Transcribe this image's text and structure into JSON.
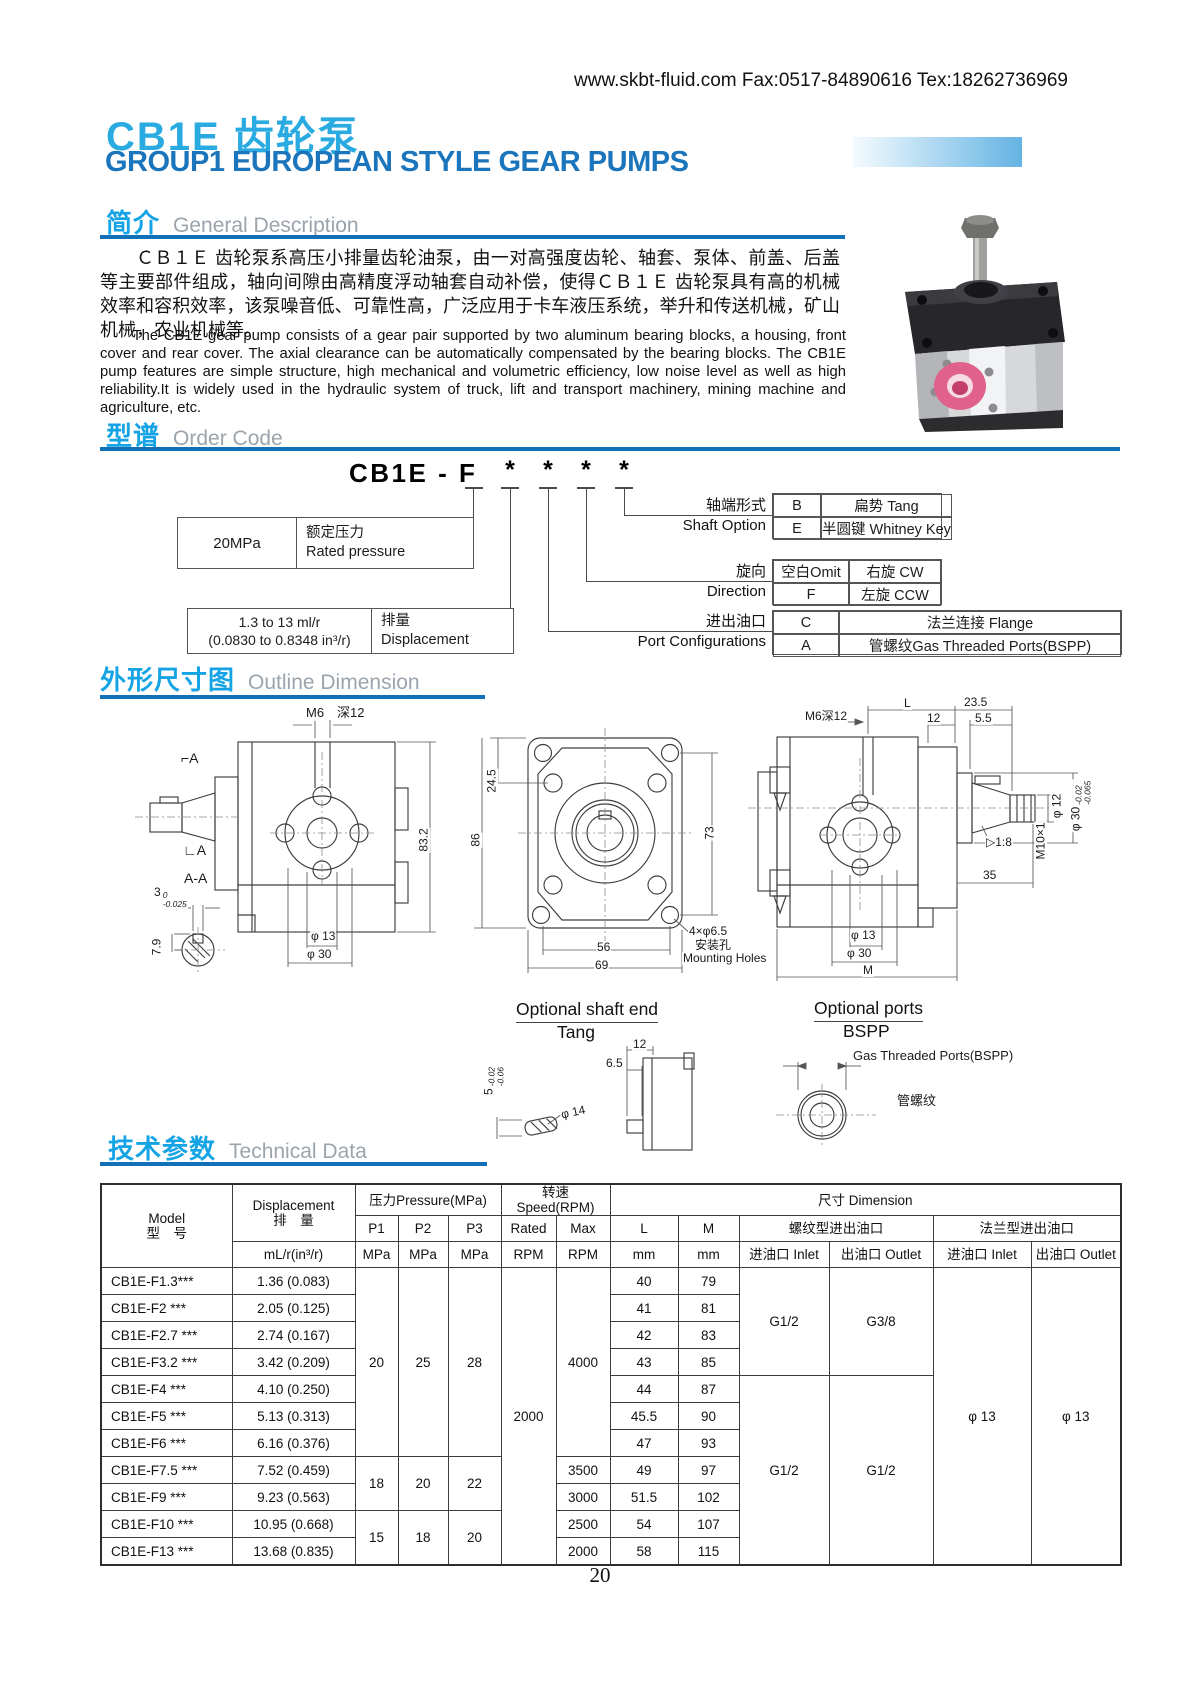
{
  "page": {
    "contact": "www.skbt-fluid.com Fax:0517-84890616 Tex:18262736969",
    "title_cn": "CB1E 齿轮泵",
    "title_en": "GROUP1 EUROPEAN STYLE GEAR PUMPS",
    "page_number": "20"
  },
  "sections": {
    "general": {
      "cn": "简介",
      "en": "General Description"
    },
    "order": {
      "cn": "型谱",
      "en": "Order Code"
    },
    "outline": {
      "cn": "外形尺寸图",
      "en": "Outline Dimension"
    },
    "technical": {
      "cn": "技术参数",
      "en": "Technical Data"
    }
  },
  "general": {
    "cn": "ＣＢ１Ｅ 齿轮泵系高压小排量齿轮油泵，由一对高强度齿轮、轴套、泵体、前盖、后盖等主要部件组成，轴向间隙由高精度浮动轴套自动补偿，使得ＣＢ１Ｅ 齿轮泵具有高的机械效率和容积效率，该泵噪音低、可靠性高，广泛应用于卡车液压系统，举升和传送机械，矿山机械，农业机械等。",
    "en": "The CB1E gear pump consists of  a gear pair supported by two aluminum bearing blocks, a housing, front cover and rear cover. The axial clearance can be automatically compensated by the bearing blocks. The CB1E pump features are simple structure, high mechanical and volumetric efficiency, low noise level as well as high reliability.It is widely used in the hydraulic system of truck, lift and transport machinery, mining machine and agriculture, etc."
  },
  "order_code": {
    "code": "CB1E - F",
    "stars": [
      "*",
      "*",
      "*",
      "*"
    ],
    "rated_pressure": {
      "value": "20MPa",
      "cn": "额定压力",
      "en": "Rated pressure"
    },
    "displacement": {
      "line1": "1.3 to 13 ml/r",
      "line2": "(0.0830 to 0.8348 in³/r)",
      "cn": "排量",
      "en": "Displacement"
    },
    "shaft_option": {
      "cn": "轴端形式",
      "en": "Shaft Option",
      "rows": [
        [
          "B",
          "扁势  Tang"
        ],
        [
          "E",
          "半圆键  Whitney Key"
        ]
      ]
    },
    "direction": {
      "cn": "旋向",
      "en": "Direction",
      "rows": [
        [
          "空白Omit",
          "右旋  CW"
        ],
        [
          "F",
          "左旋  CCW"
        ]
      ]
    },
    "ports": {
      "cn": "进出油口",
      "en": "Port Configurations",
      "rows": [
        [
          "C",
          "法兰连接  Flange"
        ],
        [
          "A",
          "管螺纹Gas Threaded Ports(BSPP)"
        ]
      ]
    }
  },
  "outline": {
    "left": {
      "m6": "M6",
      "depth": "深12",
      "secA_top": "⌐A",
      "secA_bot": "∟A",
      "section": "A-A",
      "key_w": "3",
      "key_w_top": "0",
      "key_w_bot": "-0.025",
      "key_h": "7.9",
      "height": "83.2",
      "d13": "φ 13",
      "d30": "φ 30"
    },
    "middle": {
      "d245": "24.5",
      "d86": "86",
      "d73": "73",
      "d56": "56",
      "d69": "69",
      "holes1": "4×φ6.5",
      "holes2": "安装孔",
      "holes3": "Mounting Holes"
    },
    "right": {
      "m6": "M6深12",
      "L": "L",
      "d235": "23.5",
      "d12": "12",
      "d55": "5.5",
      "dia12": "φ 12",
      "dia30": "φ 30",
      "dia30_top": "-0.02",
      "dia30_bot": "-0.065",
      "m10": "M10×1",
      "taper": "▷1:8",
      "d35": "35",
      "d13": "φ 13",
      "d30": "φ 30",
      "M": "M"
    },
    "optional_shaft": {
      "title": "Optional shaft end",
      "sub": "Tang",
      "d12": "12",
      "d65": "6.5",
      "d5": "5",
      "d5_top": "-0.02",
      "d5_bot": "-0.06",
      "d14": "φ 14"
    },
    "optional_ports": {
      "title": "Optional ports",
      "sub": "BSPP",
      "gas": "Gas Threaded Ports(BSPP)",
      "cn": "管螺纹"
    }
  },
  "tech_table": {
    "header": [
      [
        {
          "lines": [
            "Model",
            "型　号"
          ],
          "rs": 3
        },
        {
          "lines": [
            "Displacement",
            "排　量"
          ],
          "rs": 2
        },
        {
          "t": "压力Pressure(MPa)",
          "cs": 3
        },
        {
          "t": "转速 Speed(RPM)",
          "cs": 2
        },
        {
          "t": "尺寸  Dimension",
          "cs": 6
        }
      ],
      [
        {
          "t": "P1"
        },
        {
          "t": "P2"
        },
        {
          "t": "P3"
        },
        {
          "t": "Rated"
        },
        {
          "t": "Max"
        },
        {
          "t": "L"
        },
        {
          "t": "M"
        },
        {
          "t": "螺纹型进出油口",
          "cs": 2
        },
        {
          "t": "法兰型进出油口",
          "cs": 2
        }
      ],
      [
        {
          "t": "mL/r(in³/r)"
        },
        {
          "t": "MPa"
        },
        {
          "t": "MPa"
        },
        {
          "t": "MPa"
        },
        {
          "t": "RPM"
        },
        {
          "t": "RPM"
        },
        {
          "t": "mm"
        },
        {
          "t": "mm"
        },
        {
          "t": "进油口 Inlet"
        },
        {
          "t": "出油口 Outlet"
        },
        {
          "t": "进油口 Inlet"
        },
        {
          "t": "出油口 Outlet"
        }
      ]
    ],
    "rows": [
      [
        {
          "t": "CB1E-F1.3***",
          "cls": "model"
        },
        {
          "t": "1.36 (0.083)"
        },
        {
          "t": "20",
          "rs": 7
        },
        {
          "t": "25",
          "rs": 7
        },
        {
          "t": "28",
          "rs": 7
        },
        {
          "t": "2000",
          "rs": 11
        },
        {
          "t": "4000",
          "rs": 7
        },
        {
          "t": "40"
        },
        {
          "t": "79"
        },
        {
          "t": "G1/2",
          "rs": 4
        },
        {
          "t": "G3/8",
          "rs": 4
        },
        {
          "t": "φ 13",
          "rs": 11
        },
        {
          "t": "φ 13",
          "rs": 11
        }
      ],
      [
        {
          "t": "CB1E-F2 ***",
          "cls": "model"
        },
        {
          "t": "2.05 (0.125)"
        },
        {
          "t": "41"
        },
        {
          "t": "81"
        }
      ],
      [
        {
          "t": "CB1E-F2.7 ***",
          "cls": "model"
        },
        {
          "t": "2.74 (0.167)"
        },
        {
          "t": "42"
        },
        {
          "t": "83"
        }
      ],
      [
        {
          "t": "CB1E-F3.2 ***",
          "cls": "model"
        },
        {
          "t": "3.42 (0.209)"
        },
        {
          "t": "43"
        },
        {
          "t": "85"
        }
      ],
      [
        {
          "t": "CB1E-F4 ***",
          "cls": "model"
        },
        {
          "t": "4.10 (0.250)"
        },
        {
          "t": "44"
        },
        {
          "t": "87"
        },
        {
          "t": "G1/2",
          "rs": 7
        },
        {
          "t": "G1/2",
          "rs": 7
        }
      ],
      [
        {
          "t": "CB1E-F5 ***",
          "cls": "model"
        },
        {
          "t": "5.13 (0.313)"
        },
        {
          "t": "45.5"
        },
        {
          "t": "90"
        }
      ],
      [
        {
          "t": "CB1E-F6 ***",
          "cls": "model"
        },
        {
          "t": "6.16 (0.376)"
        },
        {
          "t": "47"
        },
        {
          "t": "93"
        }
      ],
      [
        {
          "t": "CB1E-F7.5 ***",
          "cls": "model"
        },
        {
          "t": "7.52 (0.459)"
        },
        {
          "t": "18",
          "rs": 2
        },
        {
          "t": "20",
          "rs": 2
        },
        {
          "t": "22",
          "rs": 2
        },
        {
          "t": "3500"
        },
        {
          "t": "49"
        },
        {
          "t": "97"
        }
      ],
      [
        {
          "t": "CB1E-F9 ***",
          "cls": "model"
        },
        {
          "t": "9.23 (0.563)"
        },
        {
          "t": "3000"
        },
        {
          "t": "51.5"
        },
        {
          "t": "102"
        }
      ],
      [
        {
          "t": "CB1E-F10 ***",
          "cls": "model"
        },
        {
          "t": "10.95 (0.668)"
        },
        {
          "t": "15",
          "rs": 2
        },
        {
          "t": "18",
          "rs": 2
        },
        {
          "t": "20",
          "rs": 2
        },
        {
          "t": "2500"
        },
        {
          "t": "54"
        },
        {
          "t": "107"
        }
      ],
      [
        {
          "t": "CB1E-F13 ***",
          "cls": "model"
        },
        {
          "t": "13.68 (0.835)"
        },
        {
          "t": "2000"
        },
        {
          "t": "58"
        },
        {
          "t": "115"
        }
      ]
    ]
  }
}
